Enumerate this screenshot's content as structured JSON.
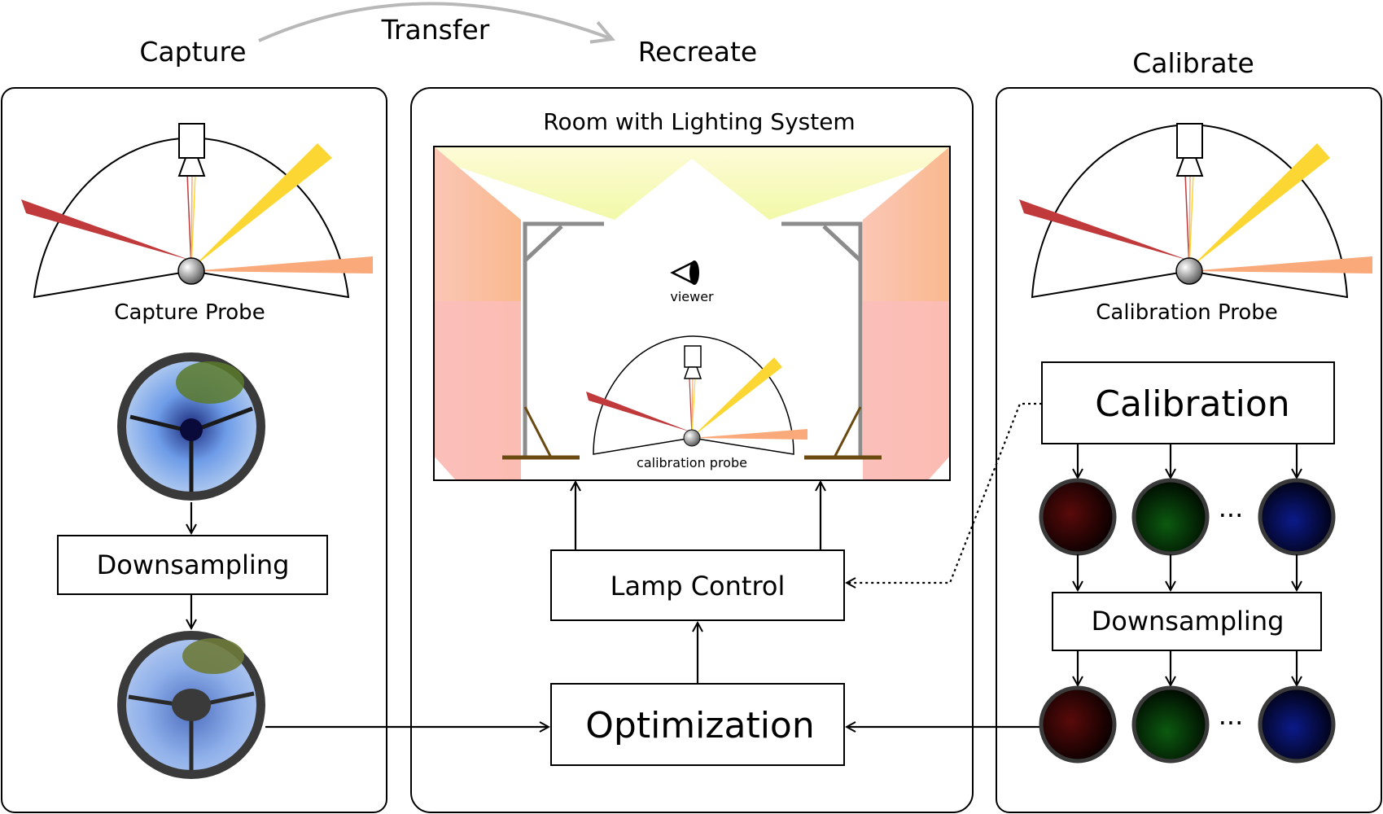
{
  "stages": {
    "capture": "Capture",
    "transfer": "Transfer",
    "recreate": "Recreate",
    "calibrate": "Calibrate"
  },
  "capture_panel": {
    "probe_label": "Capture Probe",
    "downsampling": "Downsampling"
  },
  "recreate_panel": {
    "room_title": "Room with Lighting System",
    "viewer": "viewer",
    "calibration_probe": "calibration probe",
    "lamp_control": "Lamp Control",
    "optimization": "Optimization"
  },
  "calibrate_panel": {
    "probe_label": "Calibration Probe",
    "calibration": "Calibration",
    "downsampling": "Downsampling",
    "ellipsis": "..."
  },
  "colors": {
    "red_light": "#c0393b",
    "yellow_light": "#fcd734",
    "orange_light": "#f9a97a",
    "ceiling_glow": "#f8fbb3",
    "wall_pink": "#fbbdbc",
    "fixture_gray": "#8c8c8c",
    "floor_brown": "#6b4a12"
  }
}
